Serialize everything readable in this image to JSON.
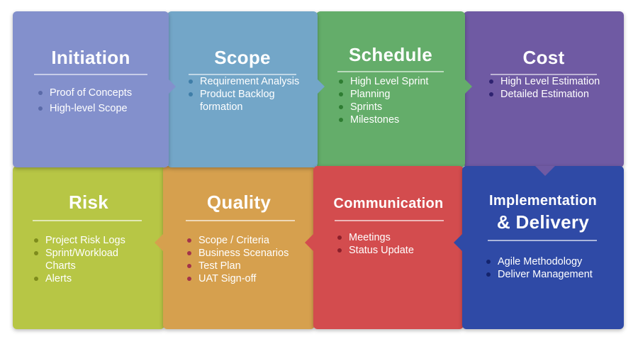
{
  "tiles": [
    {
      "title": "Initiation",
      "items": [
        "Proof of Concepts",
        "High-level Scope"
      ],
      "color": "#8390cc",
      "dot": "#5a6aa8"
    },
    {
      "title": "Scope",
      "items": [
        "Requirement Analysis",
        "Product Backlog",
        "formation"
      ],
      "color": "#73a6c8",
      "dot": "#3f7ea8"
    },
    {
      "title": "Schedule",
      "items": [
        "High Level Sprint",
        "Planning",
        "Sprints",
        "Milestones"
      ],
      "color": "#64ad6a",
      "dot": "#2e7d32"
    },
    {
      "title": "Cost",
      "items": [
        "High Level Estimation",
        "Detailed Estimation"
      ],
      "color": "#6f5aa3",
      "dot": "#2e2270"
    },
    {
      "title": "Risk",
      "items": [
        "Project Risk Logs",
        "Sprint/Workload",
        "Charts",
        "Alerts"
      ],
      "color": "#b7c645",
      "dot": "#7e8c1c"
    },
    {
      "title": "Quality",
      "items": [
        "Scope / Criteria",
        "Business Scenarios",
        "Test Plan",
        "UAT Sign-off"
      ],
      "color": "#d6a04e",
      "dot": "#a3334a"
    },
    {
      "title": "Communication",
      "items": [
        "Meetings",
        "Status Update"
      ],
      "color": "#d34c4e",
      "dot": "#8c1f2a"
    },
    {
      "title_line1": "Implementation",
      "title_line2": "& Delivery",
      "items": [
        "Agile Methodology",
        "Deliver Management"
      ],
      "color": "#2f4aa6",
      "dot": "#14246e"
    }
  ]
}
